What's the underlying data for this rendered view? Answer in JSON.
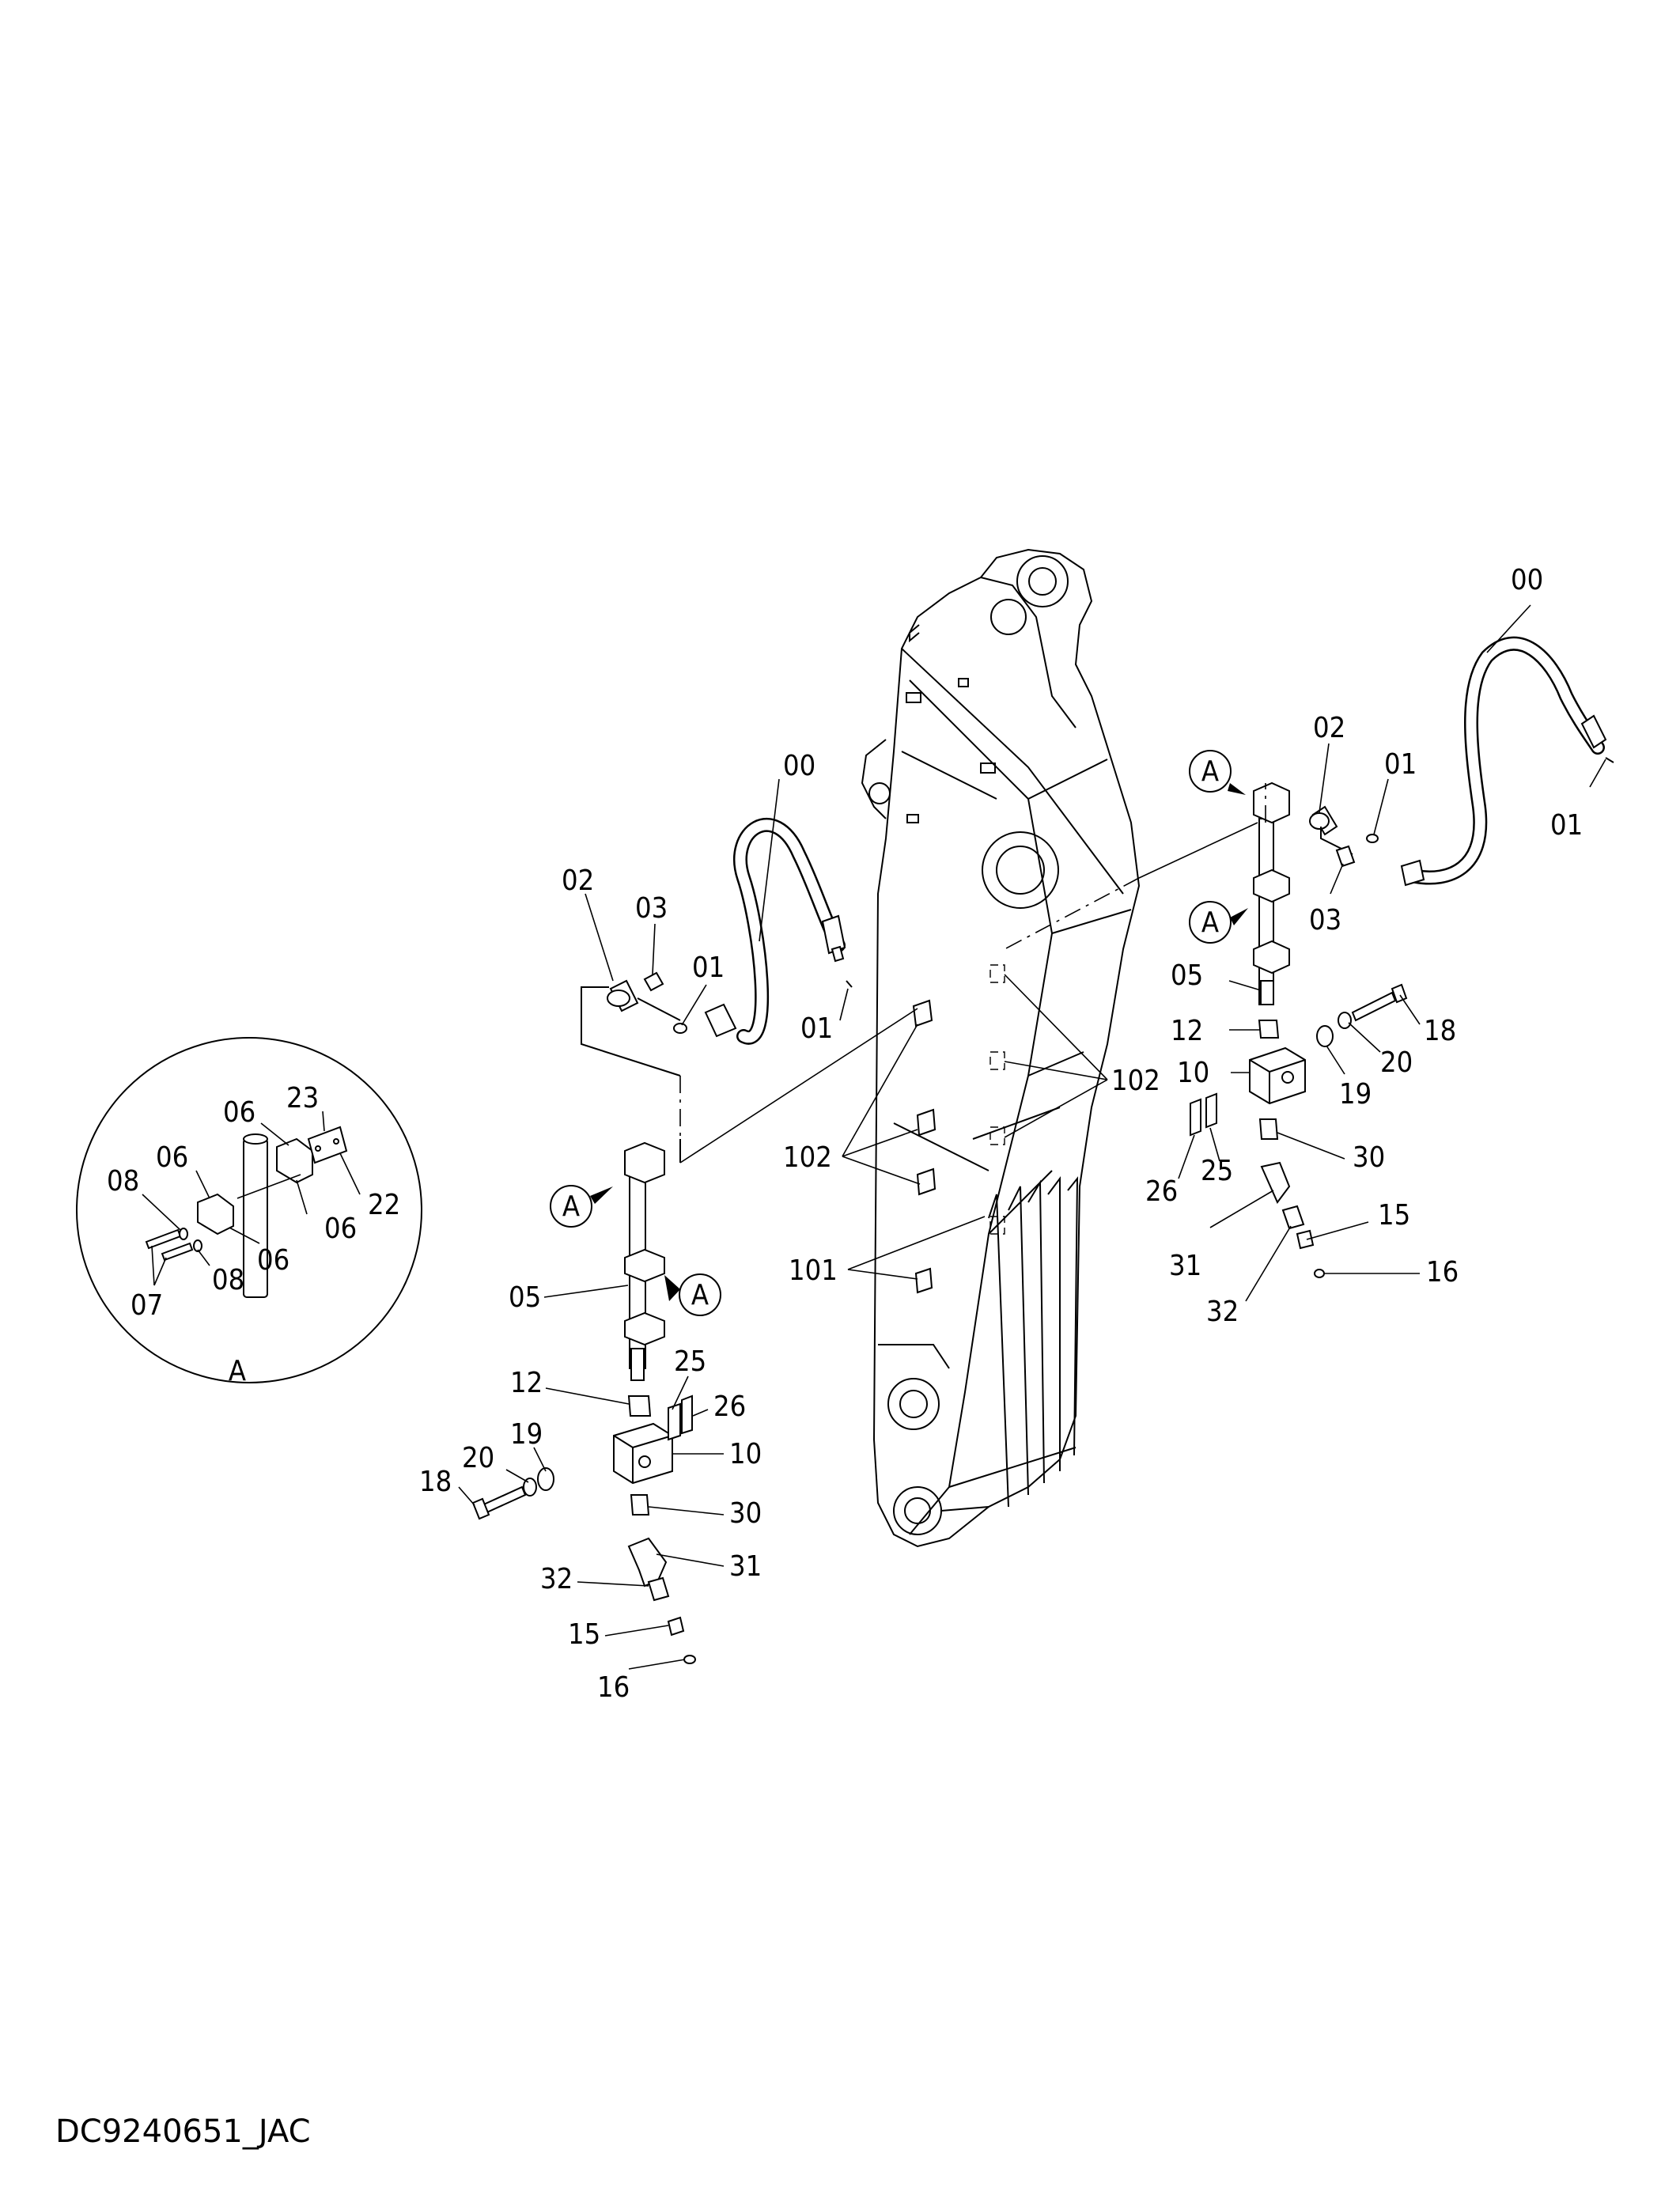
{
  "drawing_id": "DC9240651_JAC",
  "callouts": {
    "left": [
      "00",
      "02",
      "03",
      "01",
      "01",
      "05",
      "12",
      "25",
      "26",
      "10",
      "19",
      "20",
      "18",
      "30",
      "31",
      "32",
      "15",
      "16"
    ],
    "center": [
      "102",
      "102",
      "101"
    ],
    "right": [
      "00",
      "02",
      "01",
      "01",
      "03",
      "05",
      "12",
      "18",
      "20",
      "19",
      "10",
      "30",
      "26",
      "25",
      "31",
      "15",
      "16",
      "32"
    ],
    "detail": [
      "23",
      "06",
      "06",
      "08",
      "22",
      "06",
      "06",
      "08",
      "07"
    ]
  },
  "view_markers": [
    "A",
    "A",
    "A",
    "A"
  ],
  "detail_label": "A"
}
